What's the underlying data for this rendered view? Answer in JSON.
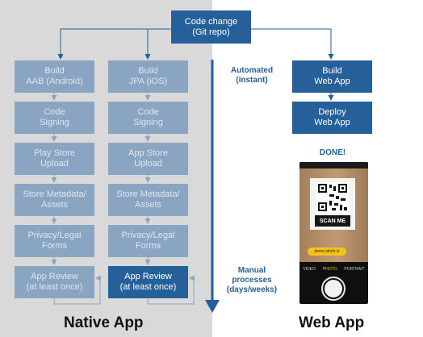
{
  "top_node": {
    "text": "Code change\n(Git repo)"
  },
  "android_steps": [
    "Build\nAAB (Android)",
    "Code\nSigning",
    "Play Store\nUpload",
    "Store Metadata/\nAssets",
    "Privacy/Legal\nForms",
    "App Review\n(at least once)"
  ],
  "ios_steps": [
    "Build\nJPA (iOS)",
    "Code\nSigning",
    "App Store\nUpload",
    "Store Metadata/\nAssets",
    "Privacy/Legal\nForms",
    "App Review\n(at least once)"
  ],
  "web_steps": [
    "Build\nWeb App",
    "Deploy\nWeb App"
  ],
  "labels": {
    "automated": "Automated\n(instant)",
    "manual": "Manual\nprocesses\n(days/weeks)",
    "done": "DONE!"
  },
  "footer": {
    "native": "Native App",
    "web": "Web App"
  },
  "phone": {
    "scan_text": "SCAN ME",
    "url_chip": "demo.strich.io",
    "modes": [
      "VIDEO",
      "PHOTO",
      "PORTRAIT"
    ]
  },
  "colors": {
    "primary": "#25609a",
    "faded": "#8aa5c2",
    "panel": "#d9d9d9",
    "chip": "#f3c316"
  }
}
